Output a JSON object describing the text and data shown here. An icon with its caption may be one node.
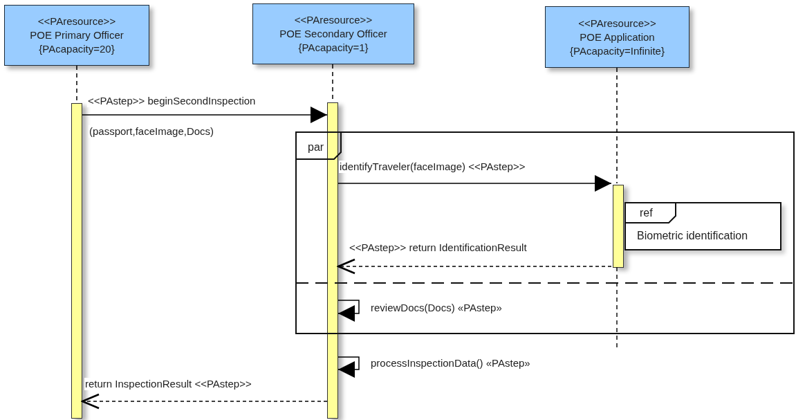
{
  "diagram": {
    "nodes": [
      {
        "text": [
          "<<PAresource>>",
          "POE Primary Officer",
          "{PAcapacity=20}"
        ]
      },
      {
        "text": [
          "<<PAresource>>",
          "POE Secondary Officer",
          "{PAcapacity=1}"
        ]
      },
      {
        "text": [
          "<<PAresource>>",
          "POE Application",
          "{PAcapacity=Infinite}"
        ]
      },
      {
        "text": [],
        "shape": "bar"
      },
      {
        "text": [],
        "shape": "bar"
      },
      {
        "text": [
          "par"
        ]
      },
      {
        "text": [],
        "shape": "bar",
        "in": 5
      },
      {
        "text": [
          "ref",
          "Biometric identification"
        ],
        "in": 5
      }
    ],
    "edges": [
      {
        "from": 0,
        "to": 3,
        "arrow": "none",
        "style": "dashed"
      },
      {
        "from": 1,
        "to": 4,
        "arrow": "none",
        "style": "dashed"
      },
      {
        "from": 2,
        "to": 6,
        "arrow": "none",
        "style": "dashed"
      },
      {
        "from": 3,
        "to": 4,
        "arrow": "to",
        "label": "<<PAstep>> beginSecondInspection"
      },
      {
        "from": 4,
        "to": 6,
        "arrow": "to",
        "label": "identifyTraveler(faceImage) <<PAstep>>"
      },
      {
        "from": 6,
        "to": 4,
        "arrow": "to",
        "style": "dashed",
        "label": "<<PAstep>> return IdentificationResult"
      },
      {
        "from": 4,
        "to": 4,
        "arrow": "to",
        "label": "reviewDocs(Docs) «PAstep»"
      },
      {
        "from": 4,
        "to": 4,
        "arrow": "to",
        "label": "processInspectionData() «PAstep»"
      },
      {
        "from": 4,
        "to": 3,
        "arrow": "to",
        "style": "dashed",
        "label": "return InspectionResult <<PAstep>>"
      }
    ],
    "labels": [
      "(passport,faceImage,Docs)"
    ]
  }
}
